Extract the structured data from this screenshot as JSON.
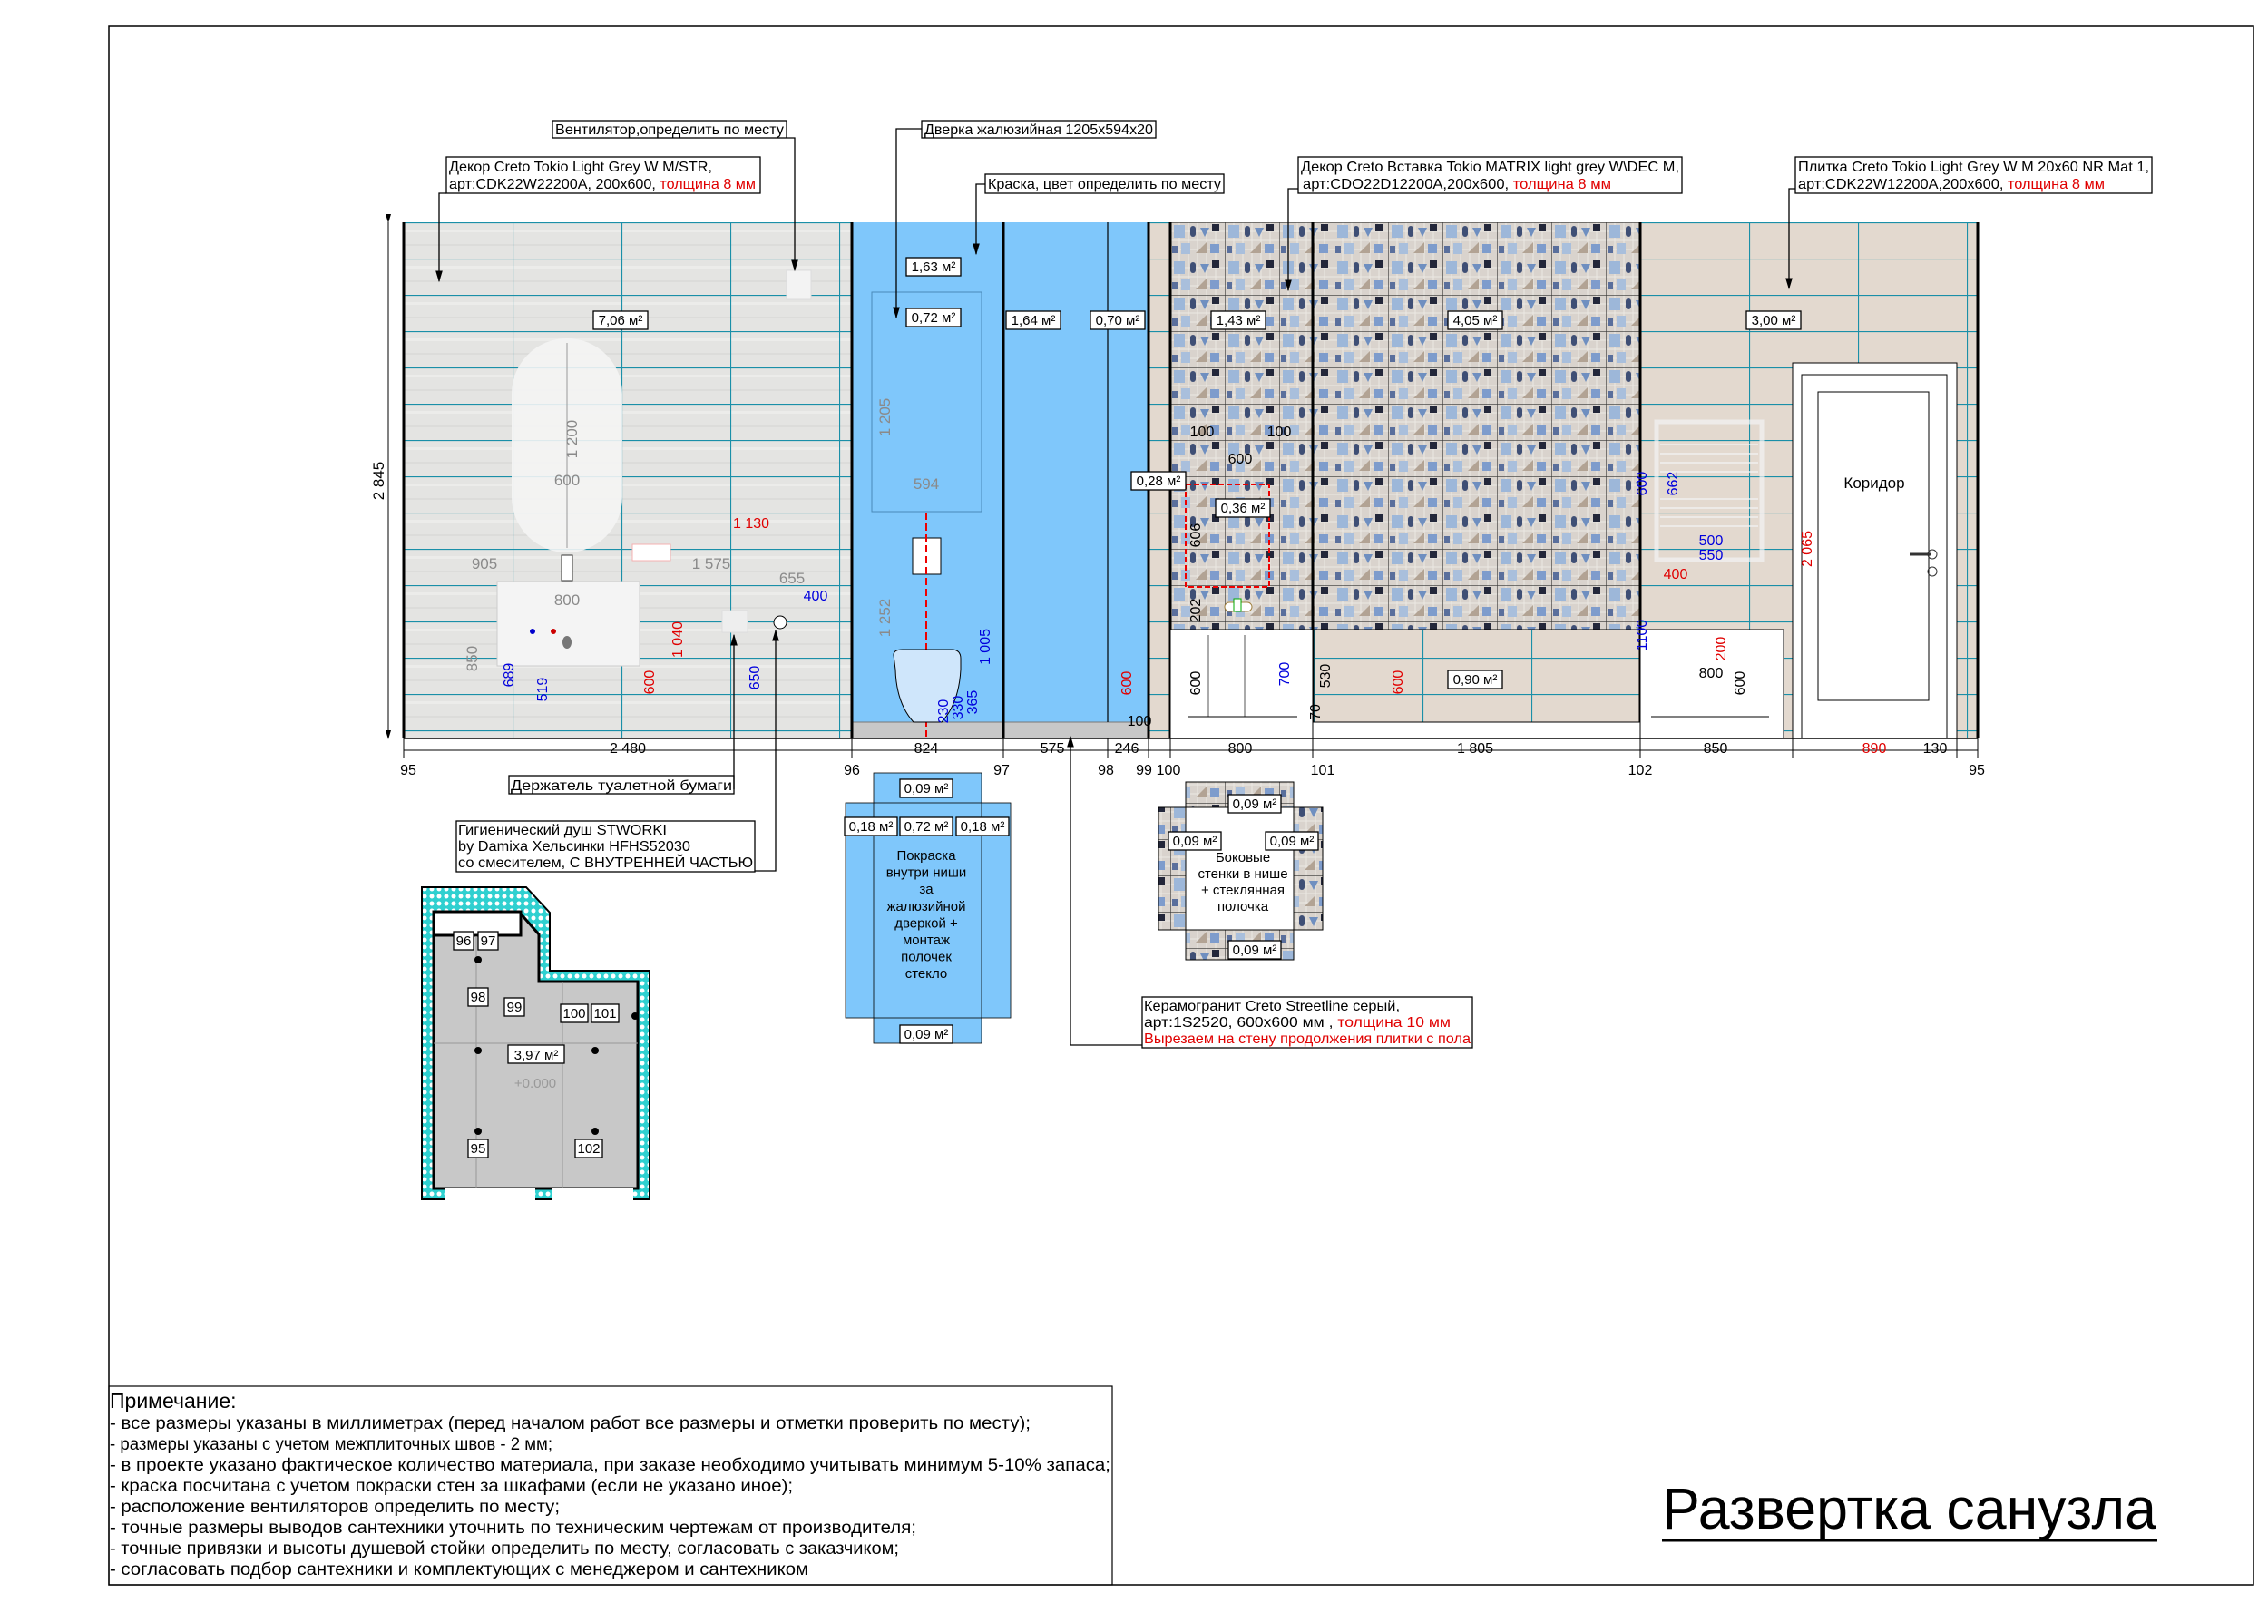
{
  "colors": {
    "paint_blue": "#7fc7fb",
    "tile_grid": "#1a8fa8",
    "dim_red": "#e00000",
    "dim_blue": "#0000dd",
    "dim_grey": "#8a8a8a"
  },
  "callouts": {
    "fan": "Вентилятор,определить по месту",
    "grille_door": "Дверка жалюзийная 1205x594x20",
    "decor_grey": {
      "line1": "Декор Creto Tokio Light Grey W M/STR,",
      "line2": "арт:CDK22W22200A, 200x600, ",
      "thickness": "толщина 8 мм"
    },
    "paint": "Краска, цвет определить по месту",
    "decor_matrix": {
      "line1": "Декор Creto Вставка Tokio MATRIX light grey W\\DEC M,",
      "line2": "арт:CDO22D12200A,200x600, ",
      "thickness": "толщина 8 мм"
    },
    "tile": {
      "line1": "Плитка Creto Tokio Light Grey W M 20x60 NR Mat 1,",
      "line2": "арт:CDK22W12200A,200x600, ",
      "thickness": "толщина 8 мм"
    },
    "paper_holder": "Держатель туалетной бумаги",
    "shower": {
      "line1": "Гигиенический душ STWORKI",
      "line2": "by Damixa Хельсинки HFHS52030",
      "line3": "со смесителем, С ВНУТРЕННЕЙ ЧАСТЬЮ"
    },
    "porcelain": {
      "line1": "Керамогранит Creto Streetline серый,",
      "line2": "арт:1S2520, 600x600 мм , ",
      "thickness": "толщина 10 мм",
      "line3": "Вырезаем на стену продолжения плитки с пола"
    }
  },
  "areas": [
    "7,06 м²",
    "1,63 м²",
    "0,72 м²",
    "1,64 м²",
    "0,70 м²",
    "1,43 м²",
    "4,05 м²",
    "3,00 м²",
    "0,28 м²",
    "0,36 м²",
    "0,90 м²"
  ],
  "door_label": "Коридор",
  "dimensions": {
    "height_total": "2 845",
    "bottom": [
      "2 480",
      "824",
      "575",
      "246",
      "800",
      "1 805",
      "850",
      "890",
      "130"
    ],
    "wall_marks": [
      "95",
      "96",
      "97",
      "98",
      "99",
      "100",
      "101",
      "102",
      "95"
    ],
    "grey": [
      "1 200",
      "600",
      "905",
      "1 575",
      "655",
      "800",
      "850",
      "1 205",
      "594",
      "1 252"
    ],
    "blue": [
      "689",
      "519",
      "650",
      "400",
      "1 005",
      "230",
      "330",
      "365",
      "700",
      "600",
      "662",
      "500",
      "550",
      "1100"
    ],
    "red": [
      "1 130",
      "1 040",
      "600",
      "600",
      "600",
      "400",
      "200",
      "2 065"
    ],
    "black": [
      "100",
      "100",
      "600",
      "606",
      "202",
      "600",
      "530",
      "70",
      "100",
      "800",
      "600"
    ]
  },
  "niche_unfold": {
    "areas": [
      "0,09 м²",
      "0,18 м²",
      "0,72 м²",
      "0,18 м²",
      "0,09 м²"
    ],
    "text": [
      "Покраска",
      "внутри ниши",
      "за",
      "жалюзийной",
      "дверкой +",
      "монтаж",
      "полочек",
      "стекло"
    ]
  },
  "side_niche": {
    "areas": [
      "0,09 м²",
      "0,09 м²",
      "0,09 м²",
      "0,09 м²"
    ],
    "text": [
      "Боковые",
      "стенки в нише",
      "+ стеклянная",
      "полочка"
    ]
  },
  "floor_plan": {
    "marks": [
      "96",
      "97",
      "98",
      "99",
      "100",
      "101",
      "95",
      "102"
    ],
    "area": "3,97 м²",
    "level": "+0.000"
  },
  "notes": {
    "title": "Примечание:",
    "items": [
      "- все размеры указаны в миллиметрах (перед началом работ все размеры и отметки проверить по месту);",
      "- размеры указаны с учетом межплиточных швов - 2 мм;",
      "- в проекте указано фактическое количество материала, при заказе необходимо учитывать минимум 5-10% запаса;",
      "- краска посчитана с учетом покраски стен за шкафами (если не указано иное);",
      "- расположение вентиляторов определить по месту;",
      "- точные размеры выводов сантехники уточнить по техническим чертежам от производителя;",
      "- точные привязки и высоты душевой стойки определить по месту, согласовать с заказчиком;",
      "- согласовать подбор сантехники и комплектующих с менеджером и сантехником"
    ]
  },
  "sheet_title": "Развертка санузла"
}
